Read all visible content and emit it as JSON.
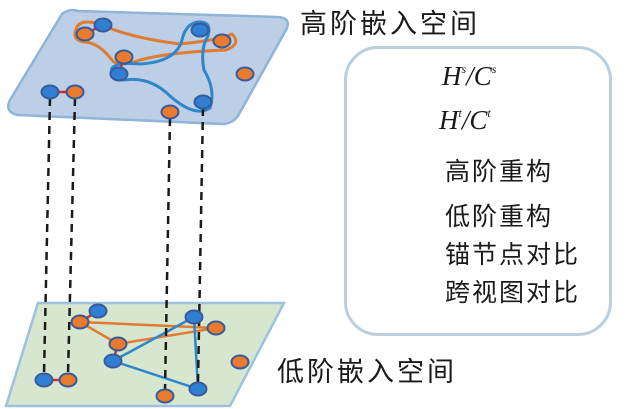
{
  "planes": {
    "high": {
      "label": "高阶嵌入空间",
      "fill": "#bccfe6",
      "stroke": "#8fb3d9"
    },
    "low": {
      "label": "低阶嵌入空间",
      "fill": "#d6e6cf",
      "stroke": "#9cc2e0"
    }
  },
  "colors": {
    "source_node": "#2f7fd4",
    "target_node": "#ea7a2d",
    "node_border": "#3a5a99",
    "orange_edge": "#e07b30",
    "blue_edge": "#2f86c9",
    "anchor_edge": "#d42a32",
    "cross_view": "#1a1a1a"
  },
  "legend": {
    "items": [
      {
        "key": "source",
        "symbol": "blue-node",
        "math_base_1": "H",
        "math_sup_1": "s",
        "math_sep": "/",
        "math_base_2": "C",
        "math_sup_2": "s"
      },
      {
        "key": "target",
        "symbol": "orange-node",
        "math_base_1": "H",
        "math_sup_1": "t",
        "math_sep": "/",
        "math_base_2": "C",
        "math_sup_2": "t"
      },
      {
        "key": "high-order",
        "symbol": "hypergraph-loops",
        "label": "高阶重构"
      },
      {
        "key": "low-order",
        "symbol": "orange-blue-lines",
        "label": "低阶重构"
      },
      {
        "key": "anchor",
        "symbol": "red-line",
        "label": "锚节点对比"
      },
      {
        "key": "cross-view",
        "symbol": "dashed-line",
        "label": "跨视图对比"
      }
    ]
  },
  "graph": {
    "high_nodes": [
      {
        "id": "a",
        "type": "source"
      },
      {
        "id": "b",
        "type": "target"
      },
      {
        "id": "c",
        "type": "target"
      },
      {
        "id": "d",
        "type": "source"
      },
      {
        "id": "e",
        "type": "source"
      },
      {
        "id": "f",
        "type": "target"
      },
      {
        "id": "g",
        "type": "target"
      },
      {
        "id": "h",
        "type": "source"
      },
      {
        "id": "i",
        "type": "target"
      },
      {
        "id": "j",
        "type": "target"
      },
      {
        "id": "k",
        "type": "source"
      }
    ],
    "anchor_pairs": [
      [
        "a",
        "b"
      ],
      [
        "c",
        "d"
      ],
      [
        "h",
        "i"
      ]
    ],
    "hyperedges": [
      {
        "kind": "orange",
        "members": [
          "b",
          "f",
          "c"
        ]
      },
      {
        "kind": "blue",
        "members": [
          "d",
          "e",
          "k"
        ]
      }
    ],
    "low_edges": [
      {
        "kind": "orange",
        "from": "b",
        "to": "f"
      },
      {
        "kind": "orange",
        "from": "b",
        "to": "c"
      },
      {
        "kind": "orange",
        "from": "c",
        "to": "f"
      },
      {
        "kind": "blue",
        "from": "d",
        "to": "e"
      },
      {
        "kind": "blue",
        "from": "d",
        "to": "k"
      },
      {
        "kind": "blue",
        "from": "e",
        "to": "k"
      }
    ],
    "cross_view_links": [
      "h",
      "i",
      "j",
      "k"
    ]
  }
}
